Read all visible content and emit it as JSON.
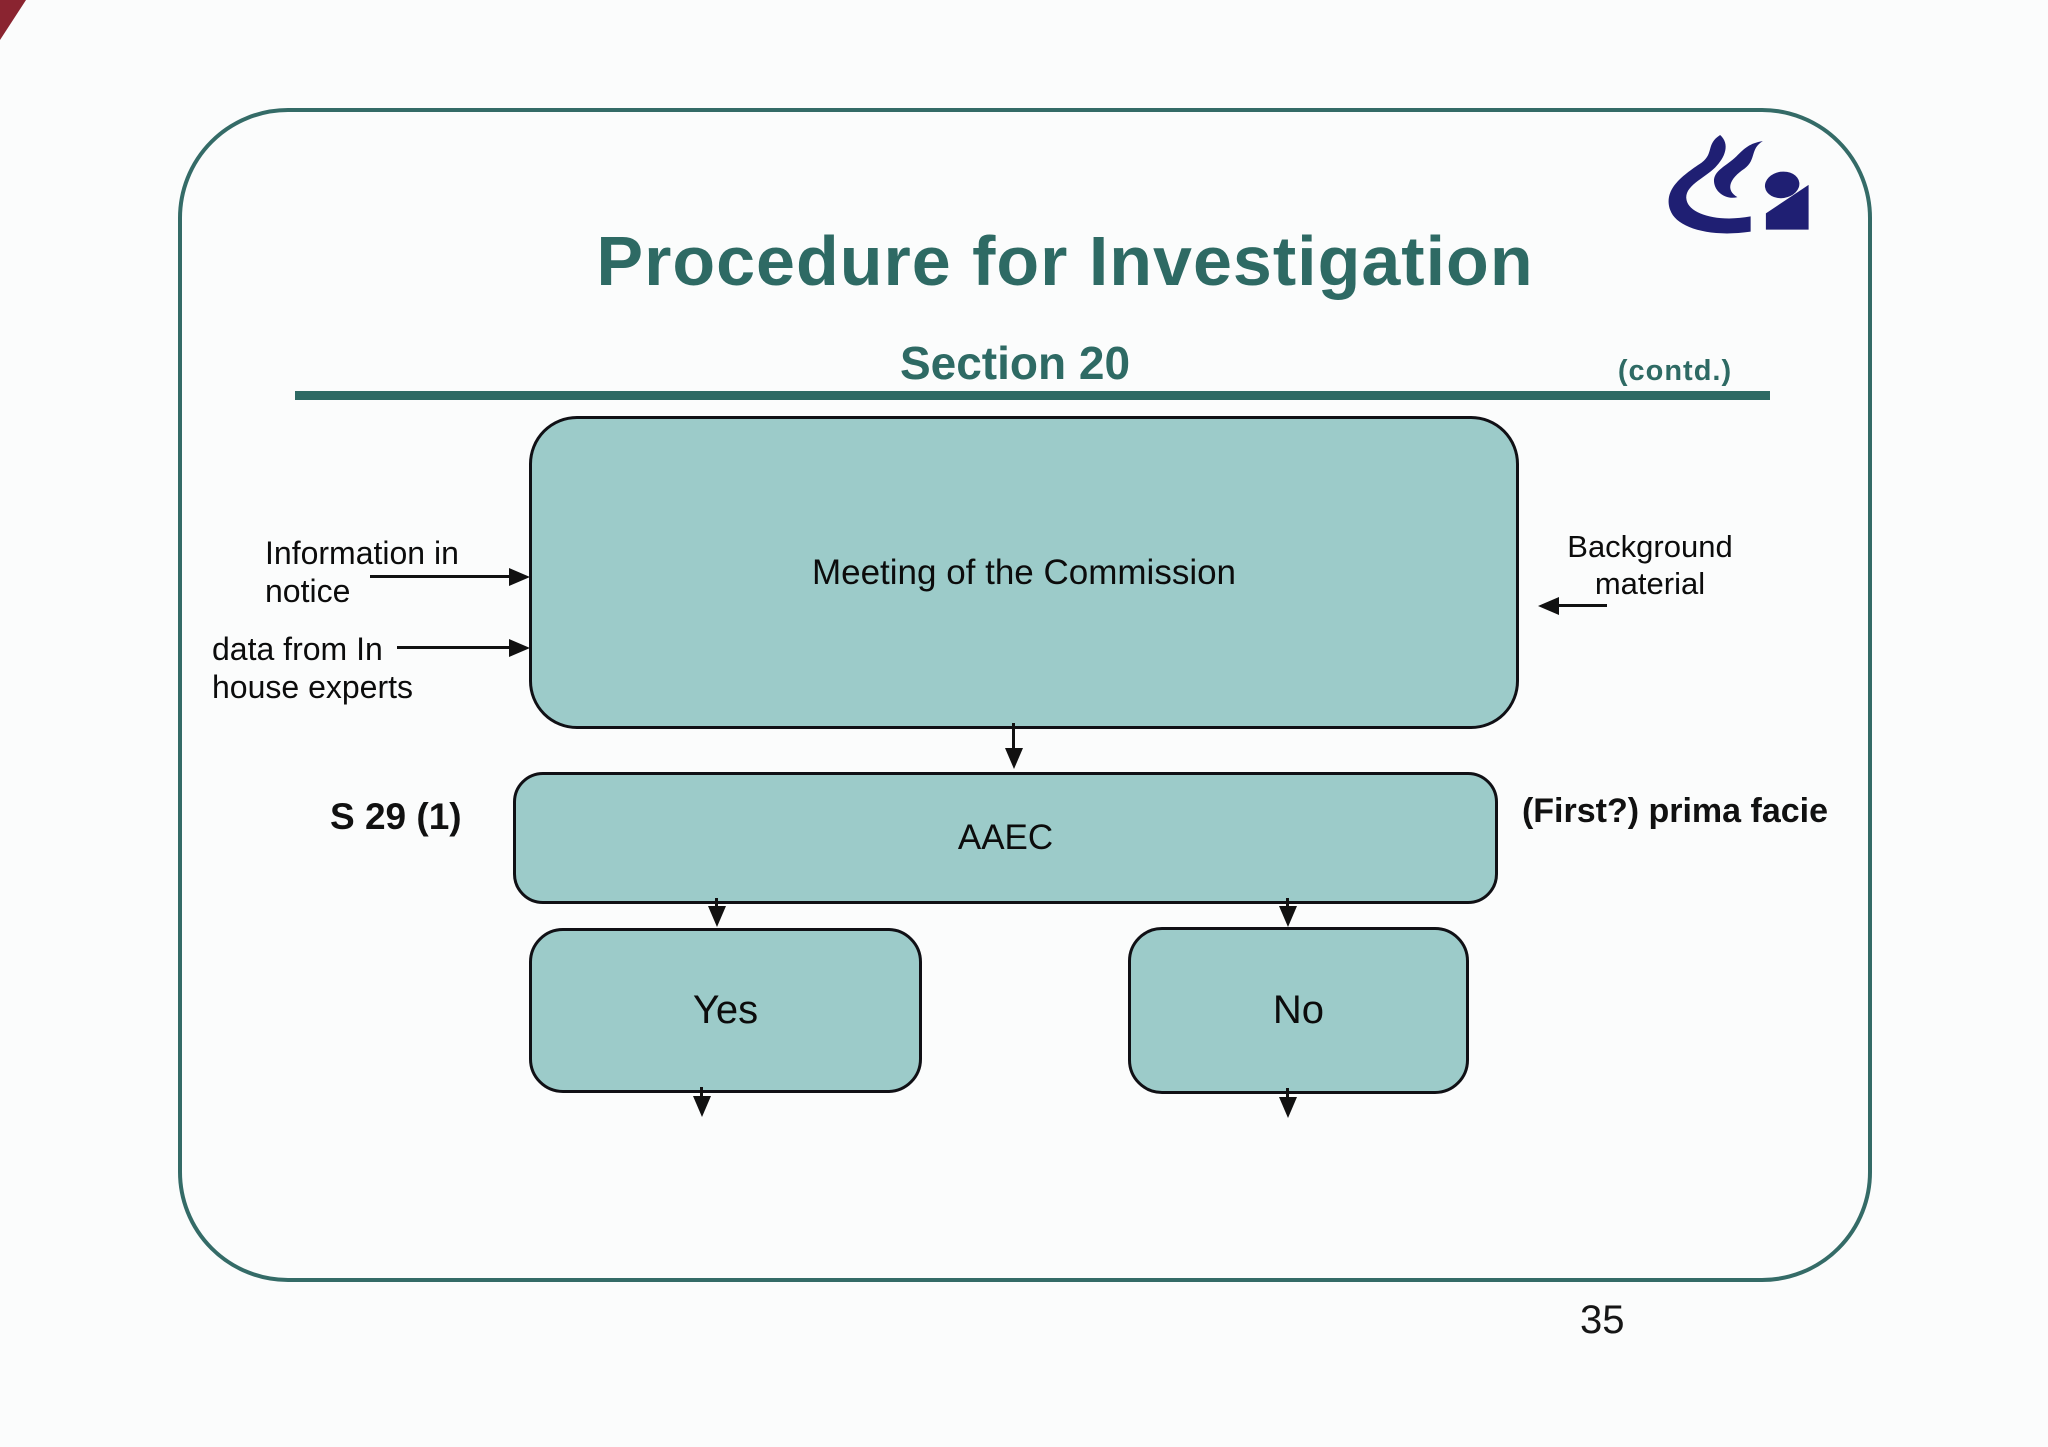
{
  "slide": {
    "title": "Procedure for Investigation",
    "subtitle": "Section 20",
    "contd_label": "(contd.)",
    "page_number": "35",
    "logo_name": "cci-logo"
  },
  "flowchart": {
    "meeting_box_label": "Meeting of the Commission",
    "aaec_box_label": "AAEC",
    "yes_box_label": "Yes",
    "no_box_label": "No",
    "labels": {
      "information_line1": "Information in",
      "information_line2": "notice",
      "data_line1": "data from In",
      "data_line2": "house experts",
      "background_line1": "Background",
      "background_line2": "material",
      "s29": "S 29 (1)",
      "prima_facie": "(First?) prima facie"
    }
  },
  "colors": {
    "accent_teal": "#2e6a64",
    "frame_teal": "#346b67",
    "box_fill_teal": "#9ccbc9",
    "box_border_black": "#101015",
    "logo_navy": "#1f1f73",
    "text_black": "#111111"
  }
}
